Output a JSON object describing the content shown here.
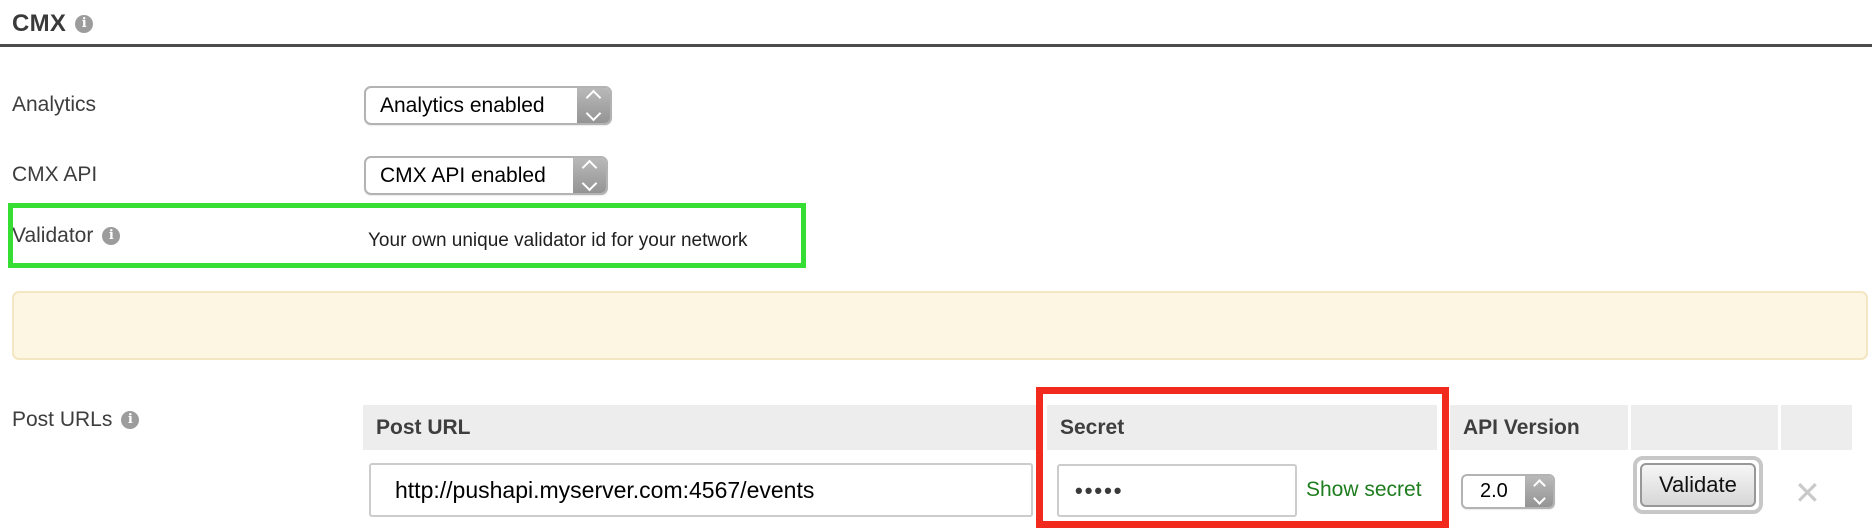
{
  "section": {
    "title": "CMX"
  },
  "icons": {
    "info_glyph": "i",
    "remove_glyph": "✕"
  },
  "colors": {
    "annotation_green": "#36dd33",
    "annotation_red": "#f2291d",
    "banner_background": "#fdf6e2",
    "banner_border": "#f4e6c2",
    "table_header_background": "#ededed",
    "link_green": "#1e7d1e"
  },
  "fields": {
    "analytics": {
      "label": "Analytics",
      "value": "Analytics enabled"
    },
    "cmx_api": {
      "label": "CMX API",
      "value": "CMX API enabled"
    },
    "validator": {
      "label": "Validator",
      "description": "Your own unique validator id for your network"
    },
    "post_urls": {
      "label": "Post URLs"
    }
  },
  "post_urls_table": {
    "headers": {
      "post_url": "Post URL",
      "secret": "Secret",
      "api_version": "API Version"
    },
    "row": {
      "post_url_value": "http://pushapi.myserver.com:4567/events",
      "secret_value": "•••••",
      "show_secret_label": "Show secret",
      "api_version_value": "2.0",
      "validate_label": "Validate"
    }
  }
}
